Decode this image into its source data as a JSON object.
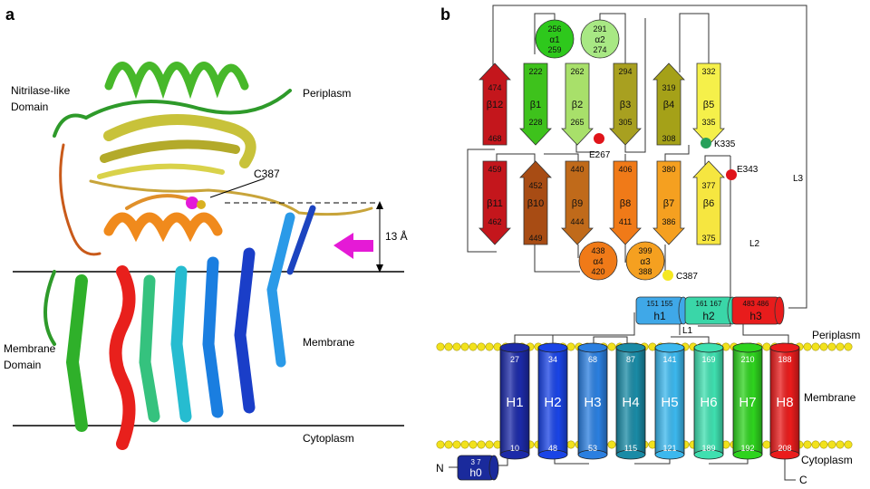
{
  "panel_a": {
    "letter": "a",
    "label_nitrilase_line1": "Nitrilase-like",
    "label_nitrilase_line2": "Domain",
    "label_periplasm": "Periplasm",
    "label_c387": "C387",
    "label_13a": "13 Å",
    "label_membrane_domain_line1": "Membrane",
    "label_membrane_domain_line2": "Domain",
    "label_membrane": "Membrane",
    "label_cytoplasm": "Cytoplasm"
  },
  "panel_b": {
    "letter": "b",
    "arrows_top": [
      {
        "top": "474",
        "name": "β12",
        "bottom": "468",
        "color": "#c4161c"
      },
      {
        "top": "222",
        "name": "β1",
        "bottom": "228",
        "color": "#3ec21c"
      },
      {
        "top": "262",
        "name": "β2",
        "bottom": "265",
        "color": "#a8e06a"
      },
      {
        "top": "294",
        "name": "β3",
        "bottom": "305",
        "color": "#a8a020"
      },
      {
        "top": "319",
        "name": "β4",
        "bottom": "308",
        "color": "#a5a118"
      },
      {
        "top": "332",
        "name": "β5",
        "bottom": "335",
        "color": "#f5f04a"
      }
    ],
    "arrows_bottom": [
      {
        "top": "459",
        "name": "β11",
        "bottom": "462",
        "color": "#c4161c"
      },
      {
        "top": "452",
        "name": "β10",
        "bottom": "449",
        "color": "#a84c14"
      },
      {
        "top": "440",
        "name": "β9",
        "bottom": "444",
        "color": "#c06a1a"
      },
      {
        "top": "406",
        "name": "β8",
        "bottom": "411",
        "color": "#f07a18"
      },
      {
        "top": "380",
        "name": "β7",
        "bottom": "386",
        "color": "#f5a020"
      },
      {
        "top": "377",
        "name": "β6",
        "bottom": "375",
        "color": "#f6e640"
      }
    ],
    "circles": [
      {
        "top": "256",
        "name": "α1",
        "bottom": "259",
        "color": "#2ec81c"
      },
      {
        "top": "291",
        "name": "α2",
        "bottom": "274",
        "color": "#a8e884"
      },
      {
        "top": "438",
        "name": "α4",
        "bottom": "420",
        "color": "#f07a18"
      },
      {
        "top": "399",
        "name": "α3",
        "bottom": "388",
        "color": "#f5a020"
      }
    ],
    "residues": {
      "e267": "E267",
      "k335": "K335",
      "e343": "E343",
      "c387": "C387"
    },
    "loops": {
      "l1": "L1",
      "l2": "L2",
      "l3": "L3"
    },
    "small_helices": [
      {
        "name": "h1",
        "range": "151 155",
        "color": "#3fa8e8"
      },
      {
        "name": "h2",
        "range": "161 167",
        "color": "#3ad6a8"
      },
      {
        "name": "h3",
        "range": "483 486",
        "color": "#e81c1c"
      }
    ],
    "h0": {
      "name": "h0",
      "range": "3  7",
      "color": "#1a2a9c"
    },
    "tm_helices": [
      {
        "name": "H1",
        "top": "27",
        "bottom": "10",
        "color": "#1c2aa8"
      },
      {
        "name": "H2",
        "top": "34",
        "bottom": "48",
        "color": "#1a44e6"
      },
      {
        "name": "H3",
        "top": "68",
        "bottom": "53",
        "color": "#2b7fe0"
      },
      {
        "name": "H4",
        "top": "87",
        "bottom": "115",
        "color": "#1a8ba6"
      },
      {
        "name": "H5",
        "top": "141",
        "bottom": "121",
        "color": "#3cb8ee"
      },
      {
        "name": "H6",
        "top": "169",
        "bottom": "189",
        "color": "#3fe0b0"
      },
      {
        "name": "H7",
        "top": "210",
        "bottom": "192",
        "color": "#2ed31e"
      },
      {
        "name": "H8",
        "top": "188",
        "bottom": "208",
        "color": "#ea1c1c"
      }
    ],
    "label_periplasm": "Periplasm",
    "label_membrane": "Membrane",
    "label_cytoplasm": "Cytoplasm",
    "label_n": "N",
    "label_c": "C"
  }
}
